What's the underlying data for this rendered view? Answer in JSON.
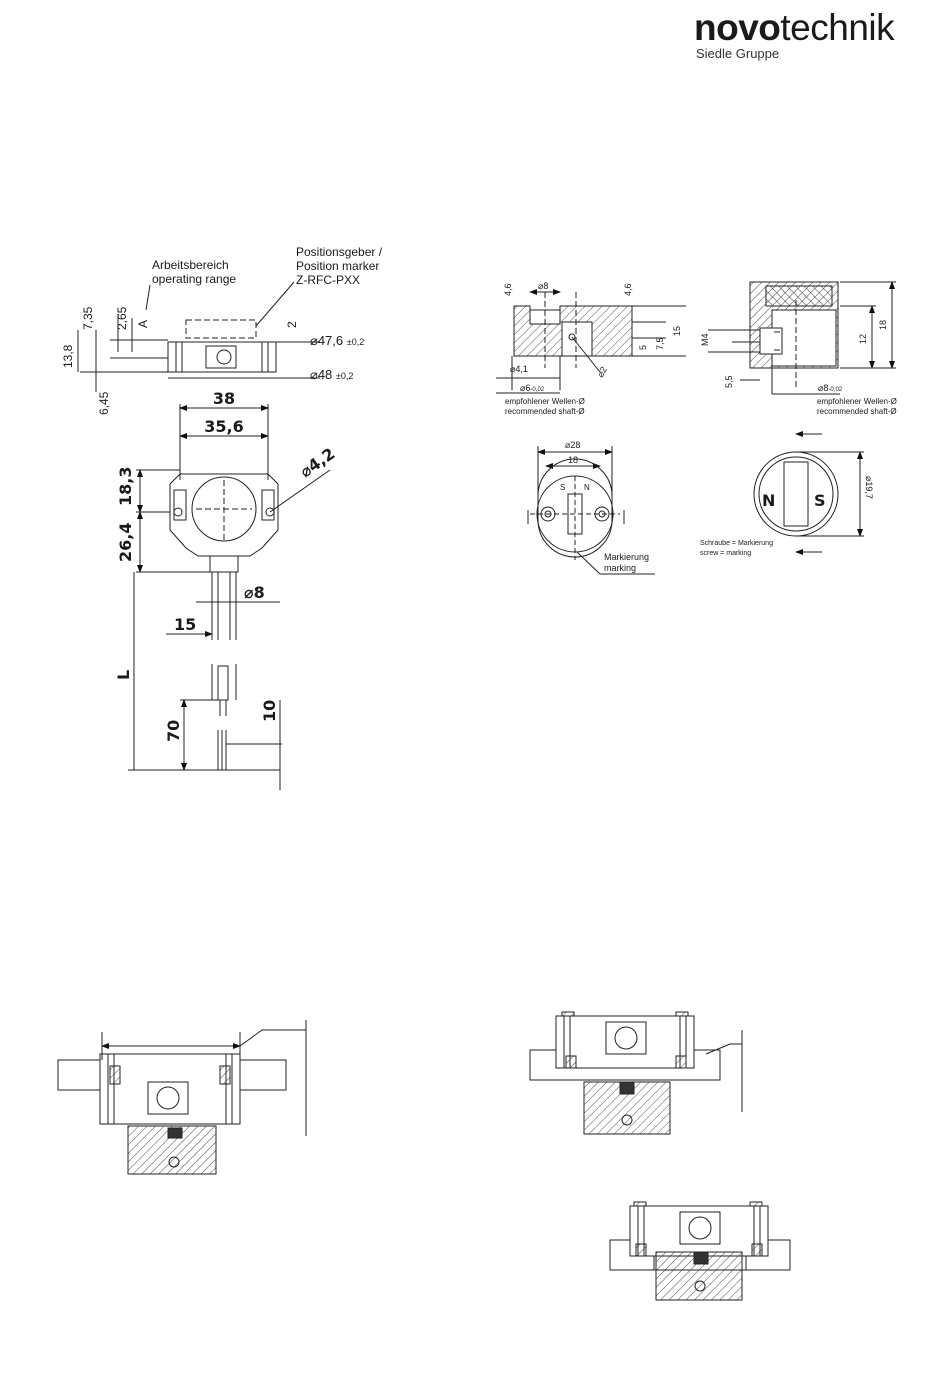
{
  "brand": {
    "name_bold": "novo",
    "name_light": "technik",
    "group": "Siedle Gruppe"
  },
  "sensor": {
    "labels": {
      "operating_range_de": "Arbeitsbereich",
      "operating_range_en": "operating range",
      "position_marker_de": "Positionsgeber /",
      "position_marker_en": "Position marker",
      "position_marker_model": "Z-RFC-PXX"
    },
    "dims": {
      "d7_35": "7,35",
      "d2_65": "2,65",
      "dA": "A",
      "d13_8": "13,8",
      "d6_45": "6,45",
      "d2": "2",
      "dia47_6": "47,6",
      "tol47_6": "±0,2",
      "dia48": "48",
      "tol48": "±0,2",
      "w38": "38",
      "w35_6": "35,6",
      "dia4_2": "4,2",
      "h18_3": "18,3",
      "h26_4": "26,4",
      "dia8": "8",
      "w15": "15",
      "L": "L",
      "h70": "70",
      "h10": "10"
    }
  },
  "marker_a": {
    "dims": {
      "d4_6a": "4,6",
      "dia8": "8",
      "d4_6b": "4,6",
      "d5": "5",
      "d7_5": "7,5",
      "d15": "15",
      "dia4_1": "4,1",
      "dia2": "2",
      "dia6": "6",
      "tol6": "-0,02",
      "dia28": "28",
      "d18": "18",
      "pole_s": "S",
      "pole_n": "N"
    },
    "shaft_de": "empfohlener Wellen-Ø",
    "shaft_en": "recommended shaft-Ø",
    "marking_de": "Markierung",
    "marking_en": "marking"
  },
  "marker_b": {
    "dims": {
      "m4": "M4",
      "d5_5": "5,5",
      "d12": "12",
      "d18": "18",
      "dia8": "8",
      "tol8": "-0,02",
      "dia19_7": "19,7",
      "pole_n": "N",
      "pole_s": "S"
    },
    "shaft_de": "empfohlener Wellen-Ø",
    "shaft_en": "recommended shaft-Ø",
    "screw_de": "Schraube = Markierung",
    "screw_en": "screw = marking"
  }
}
